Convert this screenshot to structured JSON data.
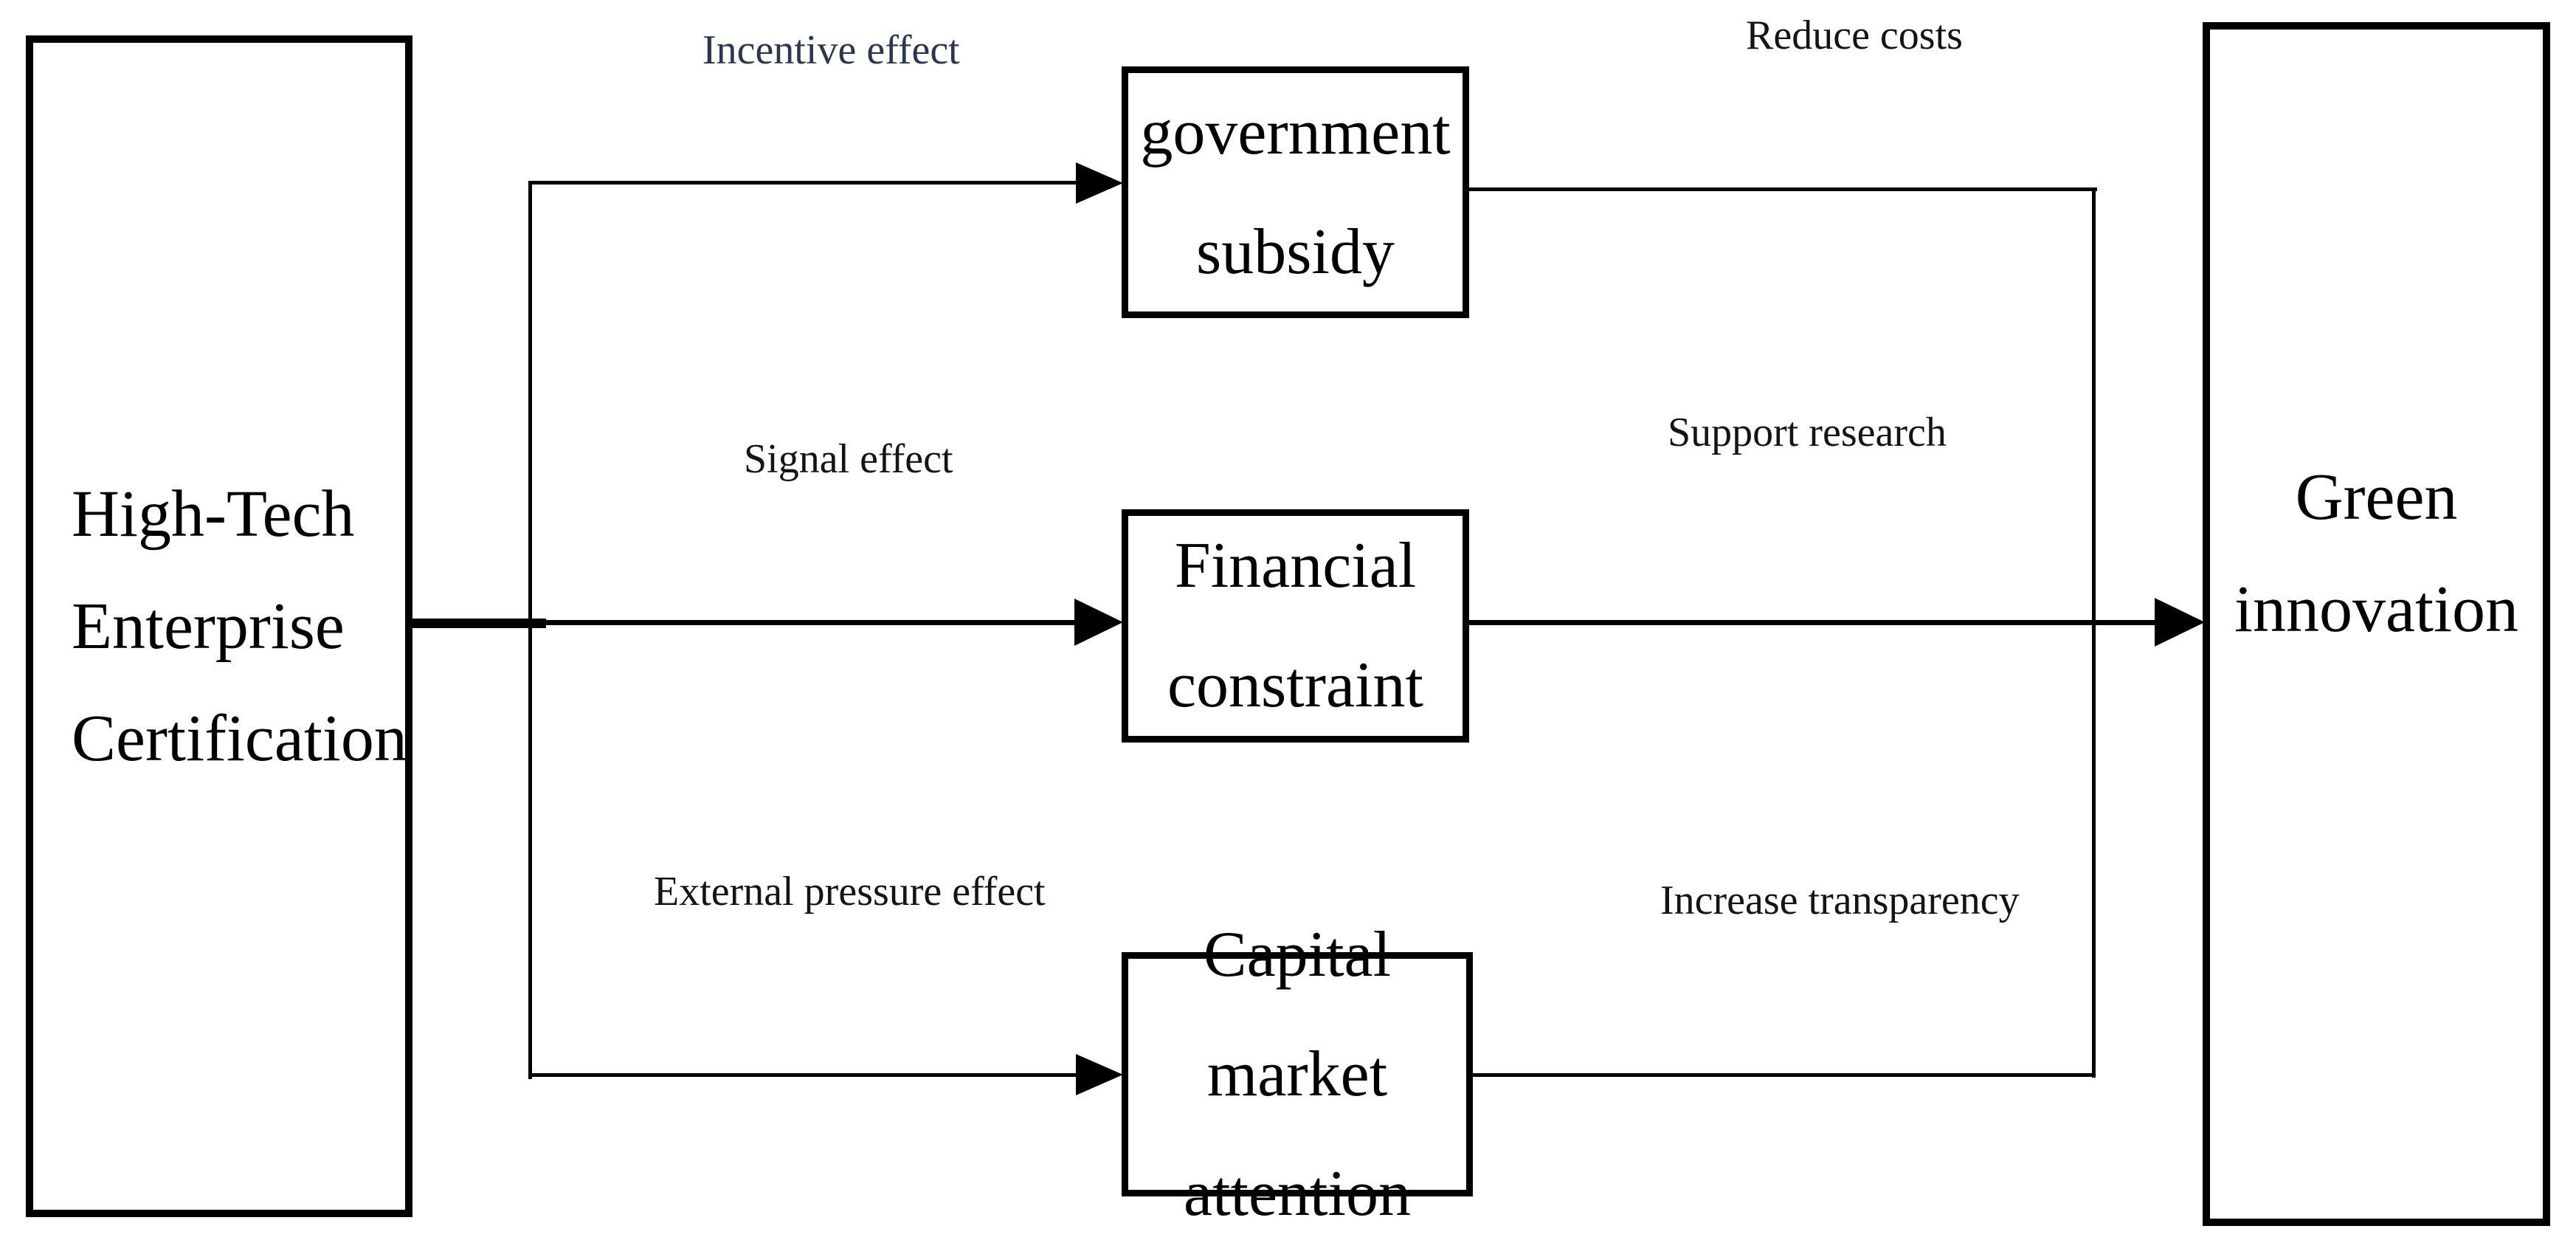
{
  "nodes": {
    "left": {
      "name": "High-Tech Enterprise Certification",
      "lines": [
        "High-Tech",
        "Enterprise",
        "Certification"
      ]
    },
    "gov": {
      "name": "government subsidy",
      "lines": [
        "government",
        "subsidy"
      ]
    },
    "fin": {
      "name": "Financial constraint",
      "lines": [
        "Financial",
        "constraint"
      ]
    },
    "cap": {
      "name": "Capital market attention",
      "lines": [
        "Capital market",
        "attention"
      ]
    },
    "right": {
      "name": "Green innovation",
      "lines": [
        "Green",
        "innovation"
      ]
    }
  },
  "edge_labels": {
    "incentive": "Incentive effect",
    "signal": "Signal effect",
    "external": "External pressure effect",
    "reduce": "Reduce costs",
    "support": "Support research",
    "transparency": "Increase transparency"
  },
  "edges": [
    {
      "from": "High-Tech Enterprise Certification",
      "to": "government subsidy",
      "label": "Incentive effect"
    },
    {
      "from": "High-Tech Enterprise Certification",
      "to": "Financial constraint",
      "label": "Signal effect"
    },
    {
      "from": "High-Tech Enterprise Certification",
      "to": "Capital market attention",
      "label": "External pressure effect"
    },
    {
      "from": "government subsidy",
      "to": "Green innovation",
      "label": "Reduce costs"
    },
    {
      "from": "Financial constraint",
      "to": "Green innovation",
      "label": "Support research"
    },
    {
      "from": "Capital market attention",
      "to": "Green innovation",
      "label": "Increase transparency"
    }
  ],
  "colors": {
    "background": "#ffffff",
    "box_border": "#000000",
    "box_text": "#000000",
    "line": "#000000",
    "edge_label": "#141414",
    "incentive_label": "#2b3752"
  }
}
